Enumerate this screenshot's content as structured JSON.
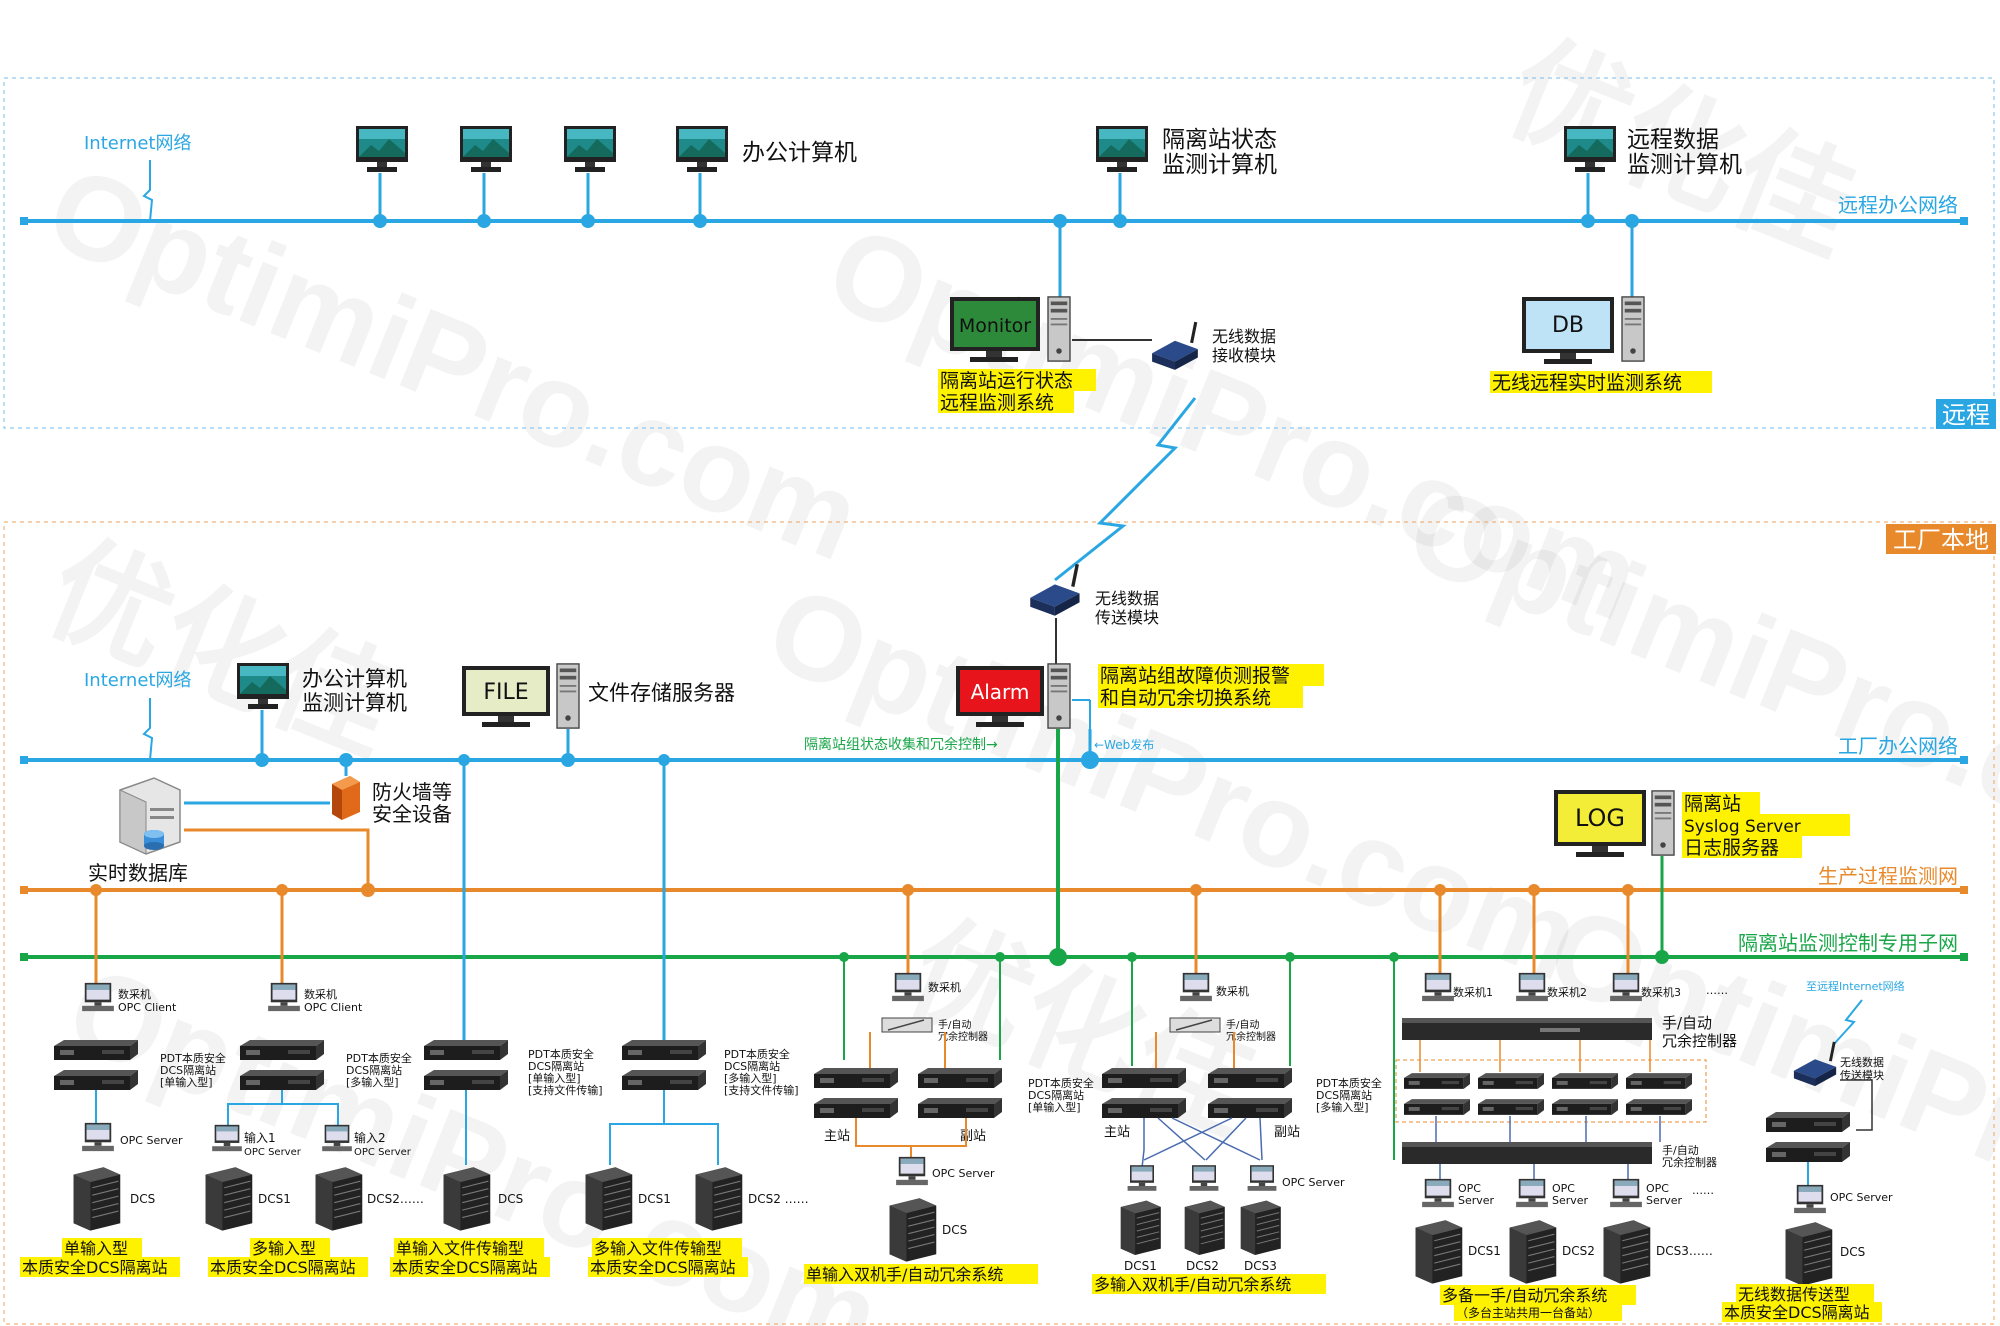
{
  "zones": {
    "remote": "远程",
    "local": "工厂本地"
  },
  "networks": {
    "remote_office": "远程办公网络",
    "factory_office": "工厂办公网络",
    "process_monitor": "生产过程监测网",
    "isolation_subnet": "隔离站监测控制专用子网"
  },
  "remote": {
    "internet": "Internet网络",
    "office_pcs": "办公计算机",
    "iso_state_pc": [
      "隔离站状态",
      "监测计算机"
    ],
    "remote_data_pc": [
      "远程数据",
      "监测计算机"
    ],
    "monitor_screen": "Monitor",
    "monitor_caption": [
      "隔离站运行状态",
      "远程监测系统"
    ],
    "wireless_rx": [
      "无线数据",
      "接收模块"
    ],
    "db_screen": "DB",
    "db_caption": "无线远程实时监测系统"
  },
  "local": {
    "internet": "Internet网络",
    "wireless_tx": [
      "无线数据",
      "传送模块"
    ],
    "office_pc": [
      "办公计算机",
      "监测计算机"
    ],
    "file_screen": "FILE",
    "file_caption": "文件存储服务器",
    "alarm_screen": "Alarm",
    "alarm_caption": [
      "隔离站组故障侦测报警",
      "和自动冗余切换系统"
    ],
    "state_collect": "隔离站组状态收集和冗余控制→",
    "web_publish": "←Web发布",
    "firewall": [
      "防火墙等",
      "安全设备"
    ],
    "realtime_db": "实时数据库",
    "log_screen": "LOG",
    "log_caption": [
      "隔离站",
      "Syslog Server",
      "日志服务器"
    ]
  },
  "groups": {
    "g1": {
      "caption": [
        "单输入型",
        "本质安全DCS隔离站"
      ],
      "client": [
        "数采机",
        "OPC Client"
      ],
      "station": [
        "PDT本质安全",
        "DCS隔离站",
        "[单输入型]"
      ],
      "opc": "OPC Server",
      "dcs": "DCS"
    },
    "g2": {
      "caption": [
        "多输入型",
        "本质安全DCS隔离站"
      ],
      "client": [
        "数采机",
        "OPC Client"
      ],
      "station": [
        "PDT本质安全",
        "DCS隔离站",
        "[多输入型]"
      ],
      "in1": [
        "输入1",
        "OPC Server"
      ],
      "in2": [
        "输入2",
        "OPC Server"
      ],
      "dcs1": "DCS1",
      "dcs2": "DCS2……"
    },
    "g3": {
      "caption": [
        "单输入文件传输型",
        "本质安全DCS隔离站"
      ],
      "station": [
        "PDT本质安全",
        "DCS隔离站",
        "[单输入型]",
        "[支持文件传输]"
      ],
      "dcs": "DCS"
    },
    "g4": {
      "caption": [
        "多输入文件传输型",
        "本质安全DCS隔离站"
      ],
      "station": [
        "PDT本质安全",
        "DCS隔离站",
        "[多输入型]",
        "[支持文件传输]"
      ],
      "dcs1": "DCS1",
      "dcs2": "DCS2 ……"
    },
    "g5": {
      "caption": "单输入双机手/自动冗余系统",
      "collector": "数采机",
      "switch": [
        "手/自动",
        "冗余控制器"
      ],
      "station": [
        "PDT本质安全",
        "DCS隔离站",
        "[单输入型]"
      ],
      "master": "主站",
      "slave": "副站",
      "opc": "OPC Server",
      "dcs": "DCS"
    },
    "g6": {
      "caption": "多输入双机手/自动冗余系统",
      "collector": "数采机",
      "switch": [
        "手/自动",
        "冗余控制器"
      ],
      "station": [
        "PDT本质安全",
        "DCS隔离站",
        "[多输入型]"
      ],
      "master": "主站",
      "slave": "副站",
      "opc": "OPC Server",
      "dcs1": "DCS1",
      "dcs2": "DCS2",
      "dcs3": "DCS3"
    },
    "g7": {
      "caption": [
        "多备一手/自动冗余系统",
        "（多台主站共用一台备站）"
      ],
      "collectors": [
        "数采机1",
        "数采机2",
        "数采机3",
        "……"
      ],
      "switch_top": [
        "手/自动",
        "冗余控制器"
      ],
      "switch_bottom": [
        "手/自动",
        "冗余控制器"
      ],
      "opc": [
        "OPC",
        "Server"
      ],
      "opc_more": "……",
      "dcs1": "DCS1",
      "dcs2": "DCS2",
      "dcs3": "DCS3……"
    },
    "g8": {
      "caption": [
        "无线数据传送型",
        "本质安全DCS隔离站"
      ],
      "to_internet": "至远程Internet网络",
      "wireless": [
        "无线数据",
        "传送模块"
      ],
      "opc": "OPC Server",
      "dcs": "DCS"
    }
  },
  "watermark": [
    "OptimiPro.com",
    "优化佳"
  ],
  "colors": {
    "office_net": "#2aa7e2",
    "process_net": "#e8892b",
    "subnet": "#18a648",
    "highlight": "#fff200",
    "zone_tag": "#e8892b",
    "zone_tag_remote": "#2aa7e2"
  }
}
